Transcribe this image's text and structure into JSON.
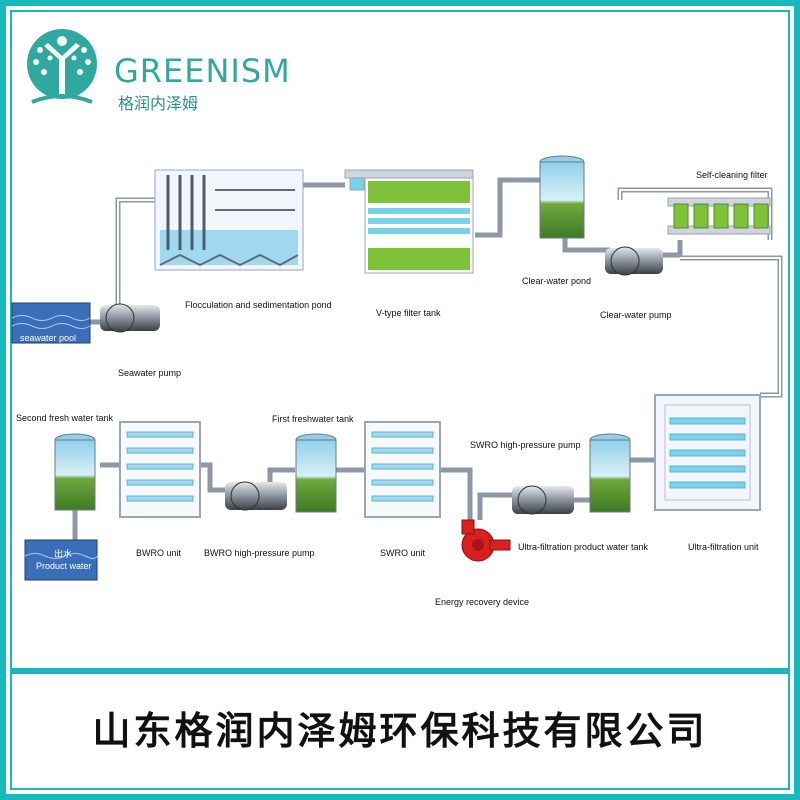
{
  "brand": {
    "name_en": "GREENISM",
    "name_cn": "格润内泽姆"
  },
  "company_name": "山东格润内泽姆环保科技有限公司",
  "diagram": {
    "labels": {
      "seawater_pool": "seawater pool",
      "seawater_pump": "Seawater pump",
      "flocculation": "Flocculation and  sedimentation pond",
      "vfilter": "V-type filter tank",
      "clear_pond": "Clear-water pond",
      "clear_pump": "Clear-water pump",
      "self_filter": "Self-cleaning filter",
      "uf_unit": "Ultra-filtration unit",
      "uf_tank": "Ultra-filtration product water tank",
      "swro_pump": "SWRO high-pressure pump",
      "energy_rec": "Energy recovery device",
      "swro_unit": "SWRO unit",
      "first_tank": "First freshwater tank",
      "bwro_pump": "BWRO high-pressure pump",
      "bwro_unit": "BWRO unit",
      "second_tank": "Second fresh water tank",
      "product_cn": "出水",
      "product_en": "Product water"
    },
    "colors": {
      "accent": "#19b8bd",
      "pipe": "#9aa6b5",
      "water": "#3a6fb8",
      "tank_top": "#8fd0ea",
      "tank_bottom": "#4f8a2f",
      "green_band": "#7fc23a",
      "cyan_band": "#78d2ea",
      "pump_red": "#d9201e"
    }
  }
}
